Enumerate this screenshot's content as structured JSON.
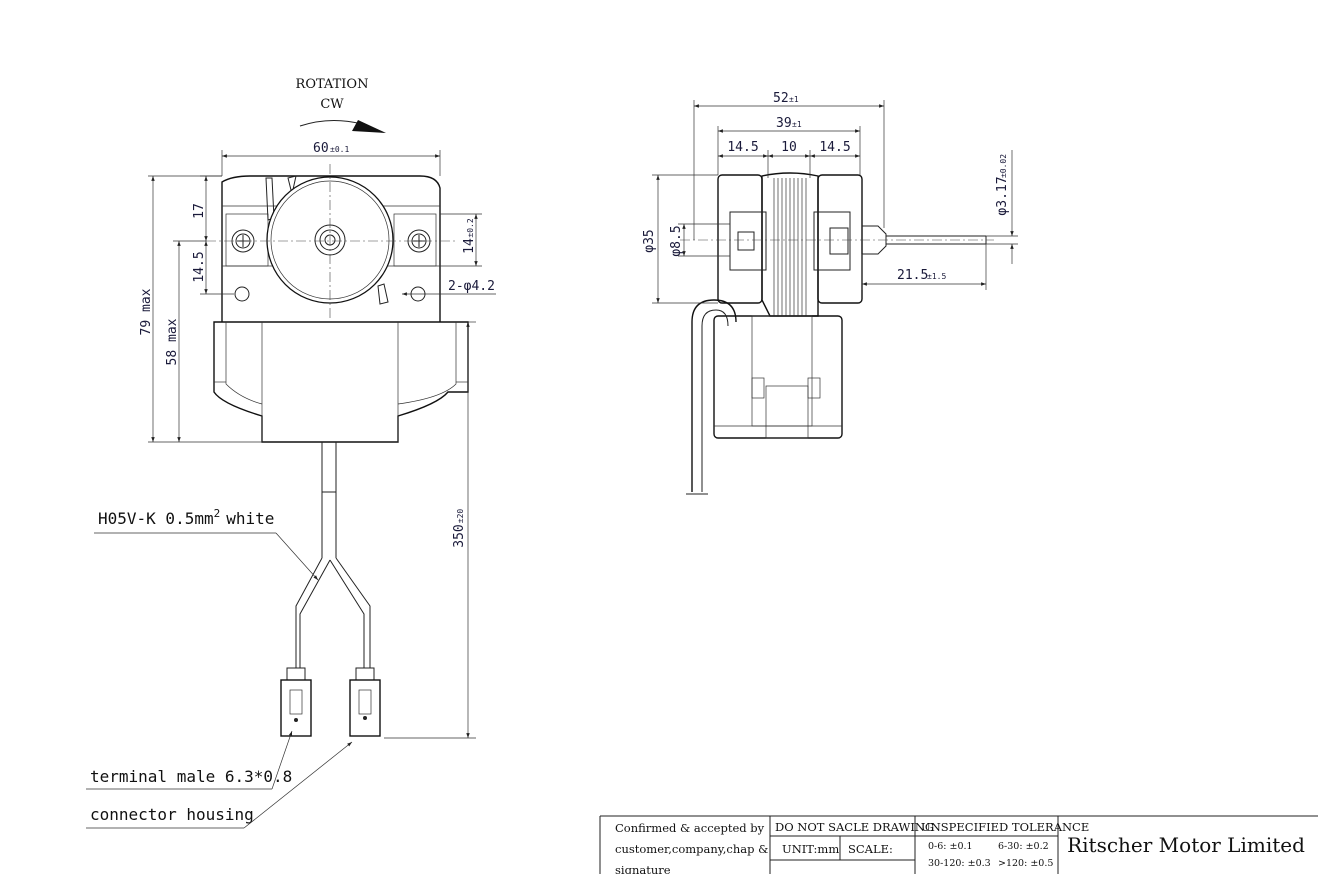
{
  "rotation": {
    "label": "ROTATION",
    "direction": "CW"
  },
  "front_view": {
    "dims": {
      "width": "60",
      "width_tol": "±0.1",
      "height_max": "79 max",
      "coil_max": "58 max",
      "v17": "17",
      "v145": "14.5",
      "h14": "14",
      "h14_tol": "±0.2",
      "holes": "2-φ4.2",
      "cable_len": "350",
      "cable_len_tol": "±20"
    }
  },
  "side_view": {
    "dims": {
      "overall": "52",
      "overall_tol": "±1",
      "inner": "39",
      "inner_tol": "±1",
      "seg_left": "14.5",
      "seg_mid": "10",
      "seg_right": "14.5",
      "dia35": "φ35",
      "dia85": "φ8.5",
      "shaft_len": "21.5",
      "shaft_len_tol": "±1.5",
      "shaft_dia": "φ3.17",
      "shaft_dia_tol": "±0.02"
    }
  },
  "callouts": {
    "wire": "H05V-K 0.5mm",
    "wire_sup": "2",
    "wire_suffix": "white",
    "terminal": "terminal male 6.3*0.8",
    "housing": "connector housing"
  },
  "title_block": {
    "confirm_line1": "Confirmed & accepted by",
    "confirm_line2": "customer,company,chap &",
    "confirm_line3": "signature",
    "do_not_scale": "DO NOT SACLE DRAWING",
    "unit": "UNIT:mm",
    "scale": "SCALE:",
    "tolerance_title": "UNSPECIFIED TOLERANCE",
    "tol_a": "0-6: ±0.1",
    "tol_b": "6-30: ±0.2",
    "tol_c": "30-120: ±0.3",
    "tol_d": ">120: ±0.5",
    "company": "Ritscher Motor Limited"
  }
}
